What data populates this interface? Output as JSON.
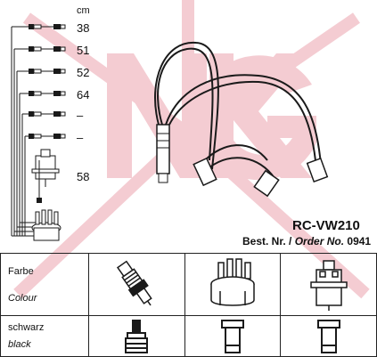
{
  "unit_label": "cm",
  "lengths": [
    "38",
    "51",
    "52",
    "64",
    "–",
    "–",
    "58"
  ],
  "product": {
    "code": "RC-VW210",
    "order_prefix_de": "Best. Nr. /",
    "order_prefix_en": "Order No.",
    "order_number": "0941"
  },
  "table": {
    "header": {
      "label_de": "Farbe",
      "label_en": "Colour"
    },
    "row": {
      "label_de": "schwarz",
      "label_en": "black"
    },
    "columns": [
      "spark-plug-connector",
      "distributor-cap-connector",
      "ignition-coil-connector"
    ]
  },
  "colors": {
    "watermark": "#f3c9cf",
    "ink": "#1a1a1a"
  },
  "icons": [
    "ngk-watermark",
    "spark-plug-icon",
    "distributor-cap-icon",
    "ignition-coil-icon",
    "cable-diagram"
  ]
}
